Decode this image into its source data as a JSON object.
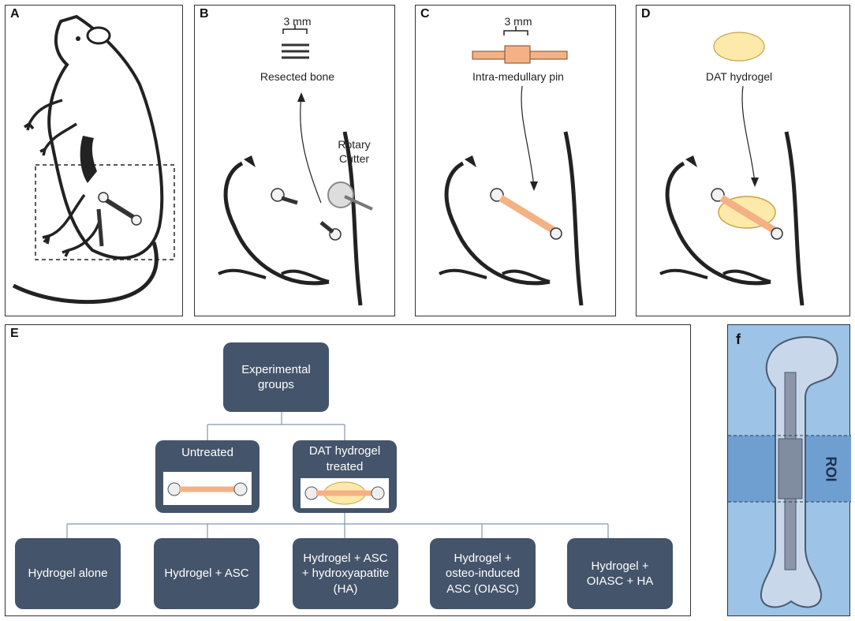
{
  "panels": {
    "a": {
      "label": "A"
    },
    "b": {
      "label": "B",
      "scale": "3 mm",
      "caption": "Resected bone",
      "tool": "Rotary\nCutter"
    },
    "c": {
      "label": "C",
      "scale": "3 mm",
      "caption": "Intra-medullary pin"
    },
    "d": {
      "label": "D",
      "caption": "DAT hydrogel"
    },
    "e": {
      "label": "E",
      "root": "Experimental\ngroups",
      "untreated": "Untreated",
      "treated": "DAT hydrogel\ntreated",
      "groups": [
        "Hydrogel alone",
        "Hydrogel + ASC",
        "Hydrogel + ASC\n+ hydroxyapatite\n(HA)",
        "Hydrogel +\nosteo-induced\nASC (OIASC)",
        "Hydrogel +\nOIASC + HA"
      ]
    },
    "f": {
      "label": "f",
      "roi": "ROI"
    }
  },
  "colors": {
    "box": "#44546a",
    "pin": "#f4b183",
    "hydrogel": "#fde9a9",
    "panel_f_bg": "#9dc3e6",
    "panel_f_roi": "#6f9fd0"
  },
  "icons": [
    "rat-illustration",
    "femur-bone-icon",
    "rotary-cutter-icon",
    "hydrogel-blob-icon",
    "intramedullary-pin-icon"
  ]
}
